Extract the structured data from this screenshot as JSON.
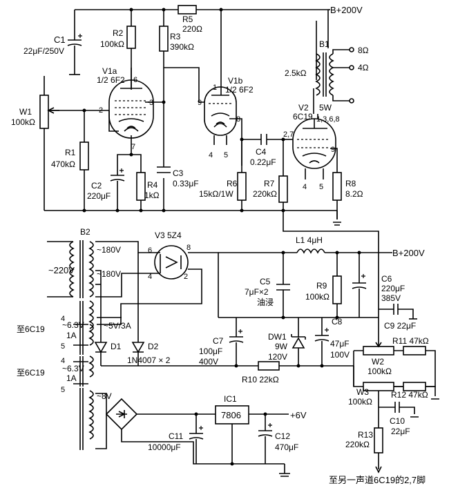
{
  "rails": {
    "b_plus_top": "B+200V",
    "b_plus_mid": "B+200V",
    "plus_6v": "+6V",
    "mains": "~220V",
    "footer": "至另一声道6C19的2,7脚"
  },
  "tubes": {
    "v1a_name": "V1a",
    "v1a_type": "1/2 6F2",
    "v1b_name": "V1b",
    "v1b_type": "1/2 6F2",
    "v2_name": "V2",
    "v2_type": "6C19",
    "v3_label": "V3 5Z4",
    "pins": {
      "v1a_6": "6",
      "v1a_2": "2",
      "v1a_3": "3",
      "v1a_7": "7",
      "v1b_1": "1",
      "v1b_9": "9",
      "v1b_8": "8",
      "v1b_4": "4",
      "v1b_5": "5",
      "v2_27": "2,7",
      "v2_9": "9",
      "v2_4": "4",
      "v2_5": "5",
      "v2_1368": "1,3,6,8",
      "v3_6": "6",
      "v3_8": "8",
      "v3_4": "4",
      "v3_2": "2"
    }
  },
  "components": {
    "c1_name": "C1",
    "c1_val": "22μF/250V",
    "r2_name": "R2",
    "r2_val": "100kΩ",
    "r3_name": "R3",
    "r3_val": "390kΩ",
    "r5_name": "R5",
    "r5_val": "220Ω",
    "w1_name": "W1",
    "w1_val": "100kΩ",
    "r1_name": "R1",
    "r1_val": "470kΩ",
    "c2_name": "C2",
    "c2_val": "220μF",
    "r4_name": "R4",
    "r4_val": "1kΩ",
    "c3_name": "C3",
    "c3_val": "0.33μF",
    "c4_name": "C4",
    "c4_val": "0.22μF",
    "r6_name": "R6",
    "r6_val": "15kΩ/1W",
    "r7_name": "R7",
    "r7_val": "220kΩ",
    "r8_name": "R8",
    "r8_val": "8.2Ω",
    "b1_name": "B1",
    "b1_pri": "2.5kΩ",
    "b1_pwr": "5W",
    "out_8": "8Ω",
    "out_4": "4Ω",
    "b2_name": "B2",
    "b2_s1": "~180V",
    "b2_s2": "~180V",
    "b2_s3": "~5V/3A",
    "b2_h1": "~6.3V",
    "b2_h1a": "1A",
    "b2_h1to": "至6C19",
    "b2_h2": "~6.3V",
    "b2_h2a": "1A",
    "b2_h2to": "至6C19",
    "b2_pin4a": "4",
    "b2_pin5a": "5",
    "b2_pin4b": "4",
    "b2_pin5b": "5",
    "b2_s4": "~8V",
    "l1": "L1 4μH",
    "c5_name": "C5",
    "c5_val": "7μF×2",
    "c5_type": "油浸",
    "r9_name": "R9",
    "r9_val": "100kΩ",
    "c6_name": "C6",
    "c6_val": "220μF",
    "c6_v": "385V",
    "c9": "C9 22μF",
    "c7_name": "C7",
    "c7_val": "100μF",
    "c7_v": "400V",
    "dw1_name": "DW1",
    "dw1_p": "9W",
    "dw1_v": "120V",
    "c8_name": "C8",
    "c8_val": "47μF",
    "c8_v": "100V",
    "r11": "R11 47kΩ",
    "w2_name": "W2",
    "w2_val": "100kΩ",
    "d1": "D1",
    "d2": "D2",
    "d_type": "1N4007 × 2",
    "r10": "R10 22kΩ",
    "w3_name": "W3",
    "w3_val": "100kΩ",
    "r12": "R12 47kΩ",
    "ic1": "IC1",
    "ic1_part": "7806",
    "c10_name": "C10",
    "c10_val": "22μF",
    "r13_name": "R13",
    "r13_val": "220kΩ",
    "c11_name": "C11",
    "c11_val": "10000μF",
    "c12_name": "C12",
    "c12_val": "470μF"
  }
}
